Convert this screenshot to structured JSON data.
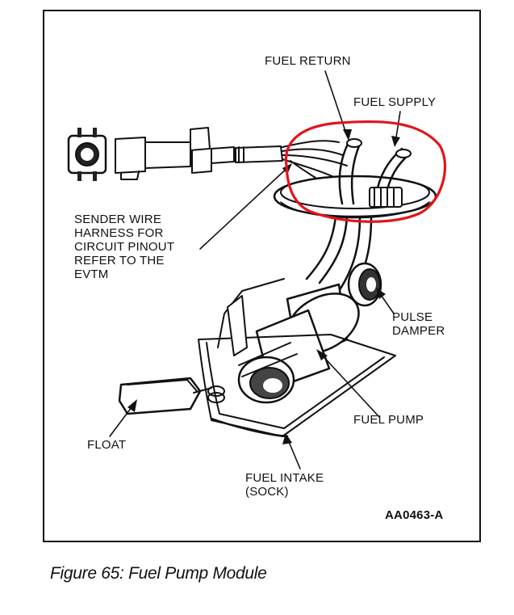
{
  "labels": {
    "fuel_return": "FUEL RETURN",
    "fuel_supply": "FUEL SUPPLY",
    "sender_wire": "SENDER WIRE\nHARNESS FOR\nCIRCUIT PINOUT\nREFER TO THE\nEVTM",
    "pulse_damper": "PULSE\nDAMPER",
    "fuel_pump": "FUEL PUMP",
    "float": "FLOAT",
    "fuel_intake": "FUEL INTAKE\n(SOCK)",
    "figure_id": "AA0463-A"
  },
  "caption": "Figure 65: Fuel Pump Module",
  "colors": {
    "ink": "#111111",
    "annotation_circle": "#e3141c",
    "background": "#ffffff"
  }
}
